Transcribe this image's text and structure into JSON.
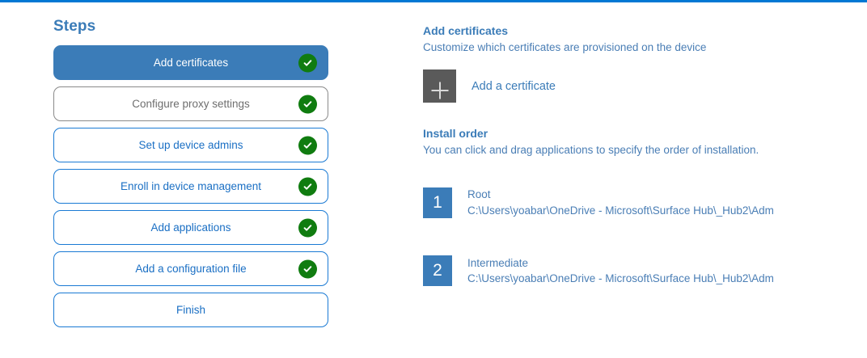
{
  "theme": {
    "accent_blue": "#0078d4",
    "step_selected_bg": "#3b7cb8",
    "step_border_blue": "#1a7ad4",
    "step_border_gray": "#8a8a8a",
    "check_green": "#107c10",
    "plus_button_gray": "#5a5a5a",
    "body_text_blue": "#4a7eb5"
  },
  "steps_pane": {
    "title": "Steps",
    "items": [
      {
        "label": "Add certificates",
        "state": "selected",
        "completed": true
      },
      {
        "label": "Configure proxy settings",
        "state": "muted",
        "completed": true
      },
      {
        "label": "Set up device admins",
        "state": "default",
        "completed": true
      },
      {
        "label": "Enroll in device management",
        "state": "default",
        "completed": true
      },
      {
        "label": "Add applications",
        "state": "default",
        "completed": true
      },
      {
        "label": "Add a configuration file",
        "state": "default",
        "completed": true
      },
      {
        "label": "Finish",
        "state": "default",
        "completed": false
      }
    ]
  },
  "content": {
    "certificates": {
      "heading": "Add certificates",
      "description": "Customize which certificates are provisioned on the device",
      "add_button_icon": "plus-icon",
      "add_button_label": "Add a certificate"
    },
    "install_order": {
      "heading": "Install order",
      "description": "You can click and drag applications to specify the order of installation.",
      "items": [
        {
          "number": "1",
          "name": "Root",
          "path": "C:\\Users\\yoabar\\OneDrive - Microsoft\\Surface Hub\\_Hub2\\Adm"
        },
        {
          "number": "2",
          "name": "Intermediate",
          "path": "C:\\Users\\yoabar\\OneDrive - Microsoft\\Surface Hub\\_Hub2\\Adm"
        }
      ]
    }
  }
}
